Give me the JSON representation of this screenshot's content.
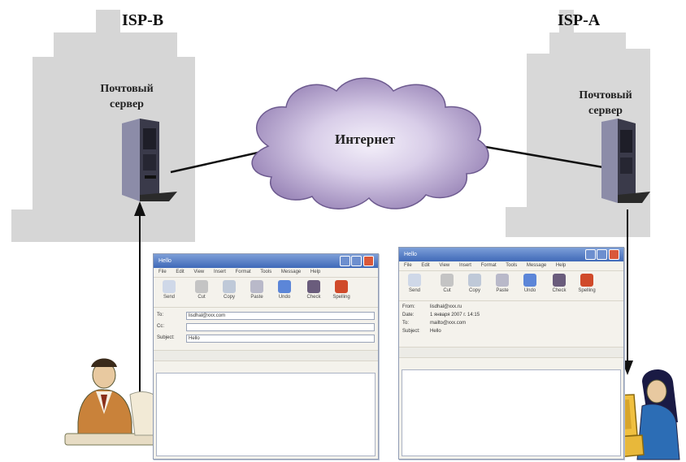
{
  "labels": {
    "isp_left": "ISP-B",
    "isp_right": "ISP-A",
    "server_left": "Почтовый\nсервер",
    "server_right": "Почтовый\nсервер",
    "internet": "Интернет"
  },
  "compose_window": {
    "title": "Hello",
    "menu": [
      "File",
      "Edit",
      "View",
      "Insert",
      "Format",
      "Tools",
      "Message",
      "Help"
    ],
    "toolbar": [
      "Send",
      "Cut",
      "Copy",
      "Paste",
      "Undo",
      "Check",
      "Spelling"
    ],
    "fields": [
      {
        "label": "To:",
        "value": "lisdhal@xxx.com"
      },
      {
        "label": "Cc:",
        "value": ""
      },
      {
        "label": "Subject:",
        "value": "Hello"
      }
    ]
  },
  "read_window": {
    "title": "Hello",
    "menu": [
      "File",
      "Edit",
      "View",
      "Insert",
      "Format",
      "Tools",
      "Message",
      "Help"
    ],
    "toolbar": [
      "Send",
      "Cut",
      "Copy",
      "Paste",
      "Undo",
      "Check",
      "Spelling"
    ],
    "headers": [
      {
        "label": "From:",
        "value": "lisdhal@xxx.ru"
      },
      {
        "label": "Date:",
        "value": "1 января 2007 г. 14:15"
      },
      {
        "label": "To:",
        "value": "mailto@xxx.com"
      },
      {
        "label": "Subject:",
        "value": "Hello"
      }
    ]
  },
  "colors": {
    "building": "#d6d6d6",
    "cloud_outer": "#b6a6cc",
    "cloud_inner": "#e8e2f0",
    "line": "#111111",
    "titlebar": "#3f69b8"
  }
}
